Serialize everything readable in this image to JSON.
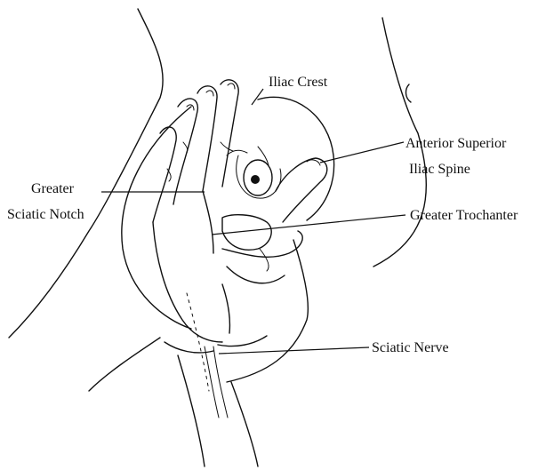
{
  "labels": {
    "iliac_crest": "Iliac Crest",
    "asis_line1": "Anterior Superior",
    "asis_line2": "Iliac Spine",
    "greater_sciatic_notch_line1": "Greater",
    "greater_sciatic_notch_line2": "Sciatic Notch",
    "greater_trochanter": "Greater Trochanter",
    "sciatic_nerve": "Sciatic Nerve"
  },
  "colors": {
    "ink": "#111111",
    "background": "#ffffff"
  }
}
